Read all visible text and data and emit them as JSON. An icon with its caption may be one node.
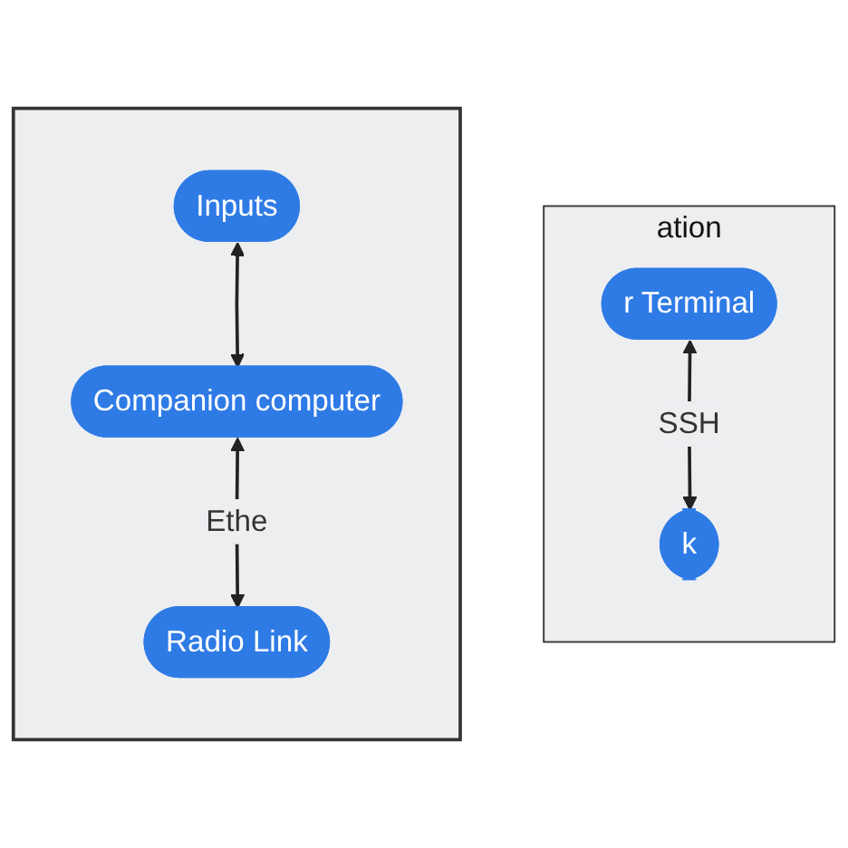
{
  "diagram": {
    "nodes": [
      {
        "text": [
          "ation"
        ]
      },
      {
        "text": [
          "k"
        ],
        "in": 0
      },
      {
        "text": [
          "r Terminal"
        ],
        "in": 0
      },
      {
        "text": [],
        "shape": "box"
      },
      {
        "text": [
          "Inputs"
        ],
        "in": 3
      },
      {
        "text": [
          "Companion computer"
        ],
        "in": 3
      },
      {
        "text": [
          "Radio Link"
        ],
        "in": 3
      }
    ],
    "edges": [
      {
        "from": 2,
        "to": 1,
        "arrow": "both",
        "label": "SSH"
      },
      {
        "from": 4,
        "to": 5,
        "arrow": "both"
      },
      {
        "from": 5,
        "to": 6,
        "arrow": "both",
        "label": "Ethe"
      }
    ]
  }
}
